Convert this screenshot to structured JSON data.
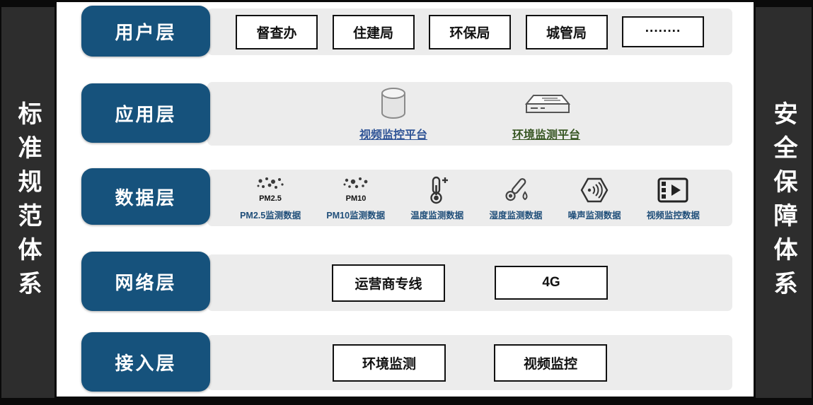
{
  "sidebars": {
    "left": "标准规范体系",
    "right": "安全保障体系"
  },
  "layers": {
    "user": {
      "label": "用户层",
      "boxes": [
        "督查办",
        "住建局",
        "环保局",
        "城管局",
        "········"
      ]
    },
    "app": {
      "label": "应用层",
      "items": [
        {
          "icon": "database-cylinder-icon",
          "label": "视频监控平台"
        },
        {
          "icon": "server-switch-icon",
          "label": "环境监测平台"
        }
      ]
    },
    "data": {
      "label": "数据层",
      "items": [
        {
          "icon": "pm25-particles-icon",
          "icon_text": "PM2.5",
          "label": "PM2.5监测数据"
        },
        {
          "icon": "pm10-particles-icon",
          "icon_text": "PM10",
          "label": "PM10监测数据"
        },
        {
          "icon": "thermometer-icon",
          "label": "温度监测数据"
        },
        {
          "icon": "humidity-icon",
          "label": "湿度监测数据"
        },
        {
          "icon": "noise-icon",
          "label": "噪声监测数据"
        },
        {
          "icon": "video-data-icon",
          "label": "视频监控数据"
        }
      ]
    },
    "network": {
      "label": "网络层",
      "boxes": [
        "运营商专线",
        "4G"
      ]
    },
    "access": {
      "label": "接入层",
      "boxes": [
        "环境监测",
        "视频监控"
      ]
    }
  },
  "colors": {
    "layer_label_bg": "#16527c",
    "row_bg": "#ececec",
    "sidebar_bg": "#2d2d2d",
    "data_label": "#1f4e79",
    "app_label_video": "#2f5496",
    "app_label_env": "#375623",
    "box_border": "#111111",
    "background": "#0a0a0a"
  }
}
